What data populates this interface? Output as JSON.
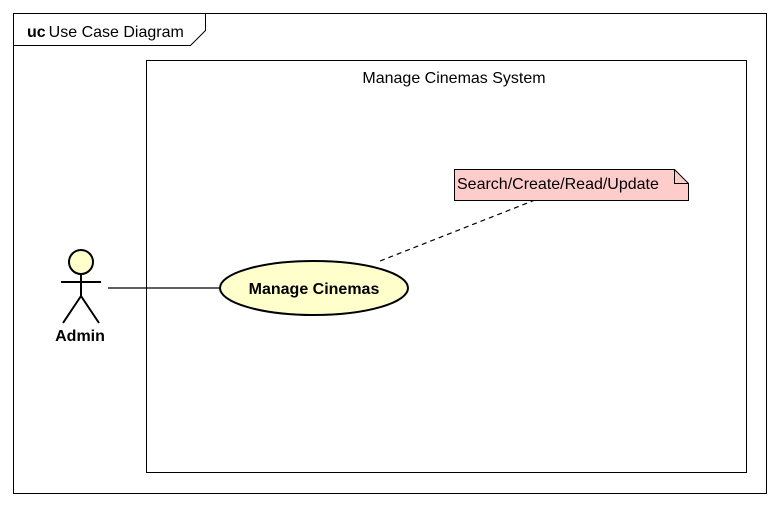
{
  "frame": {
    "keyword": "uc",
    "title": "Use Case Diagram"
  },
  "system": {
    "name": "Manage Cinemas System"
  },
  "actor": {
    "name": "Admin"
  },
  "use_case": {
    "name": "Manage Cinemas"
  },
  "note": {
    "text": "Search/Create/Read/Update"
  },
  "colors": {
    "use_case_fill": "#FFFFCC",
    "actor_head_fill": "#FFFFCC",
    "note_fill": "#FFCCCC",
    "stroke": "#000000"
  }
}
